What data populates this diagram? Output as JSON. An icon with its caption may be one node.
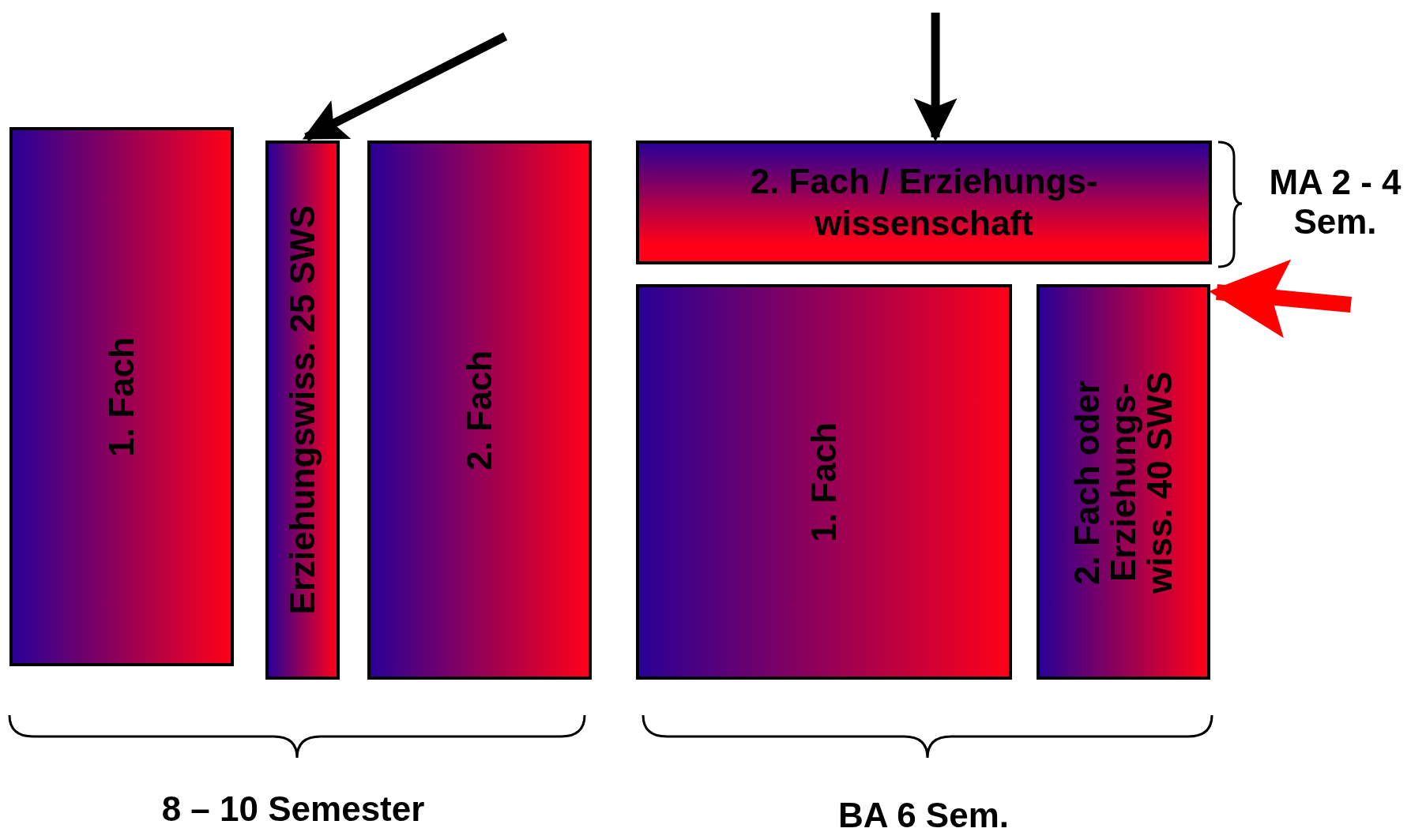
{
  "diagram": {
    "nodes": [
      {
        "text": [
          "1.  Fach"
        ]
      },
      {
        "text": [
          "Erziehungswiss. 25 SWS"
        ]
      },
      {
        "text": [
          "2. Fach"
        ]
      },
      {
        "text": [
          "2. Fach / Erziehungs- wissenschaft"
        ]
      },
      {
        "text": [
          "1.  Fach"
        ]
      },
      {
        "text": [
          "2. Fach oder Erziehungs- wiss. 40 SWS"
        ]
      }
    ],
    "edges": [
      {
        "from": null,
        "to": 1,
        "arrow": "to"
      },
      {
        "from": null,
        "to": 3,
        "arrow": "to"
      },
      {
        "from": null,
        "to": 5,
        "arrow": "to",
        "style": "thick",
        "color": "#ff0000"
      }
    ],
    "labels": [
      "MA 2 - 4 Sem.",
      "8 – 10 Semester",
      "BA 6 Sem."
    ]
  }
}
